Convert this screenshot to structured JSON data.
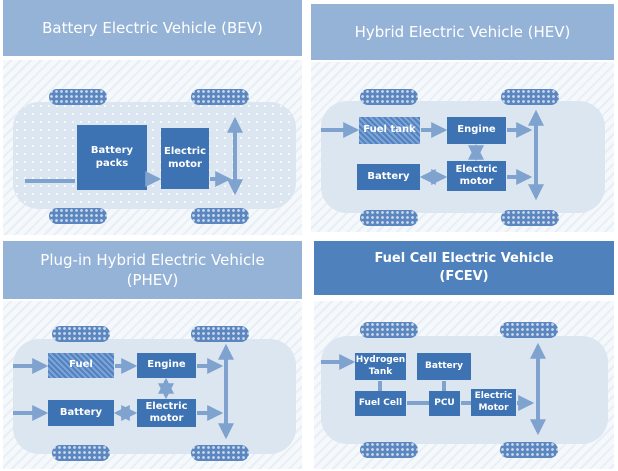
{
  "panels": {
    "bev": {
      "title": "Battery Electric Vehicle (BEV)",
      "battery_packs": "Battery packs",
      "electric_motor": "Electric motor"
    },
    "hev": {
      "title": "Hybrid Electric Vehicle (HEV)",
      "fuel_tank": "Fuel tank",
      "engine": "Engine",
      "battery": "Battery",
      "electric_motor": "Electric motor"
    },
    "phev": {
      "title": "Plug-in Hybrid Electric Vehicle (PHEV)",
      "fuel": "Fuel",
      "engine": "Engine",
      "battery": "Battery",
      "electric_motor": "Electric motor"
    },
    "fcev": {
      "title": "Fuel Cell Electric Vehicle (FCEV)",
      "hydrogen_tank": "Hydrogen Tank",
      "battery": "Battery",
      "fuel_cell": "Fuel Cell",
      "pcu": "PCU",
      "electric_motor": "Electric Motor"
    }
  },
  "colors": {
    "header_light": "#95b3d7",
    "header_dark": "#4f81bd",
    "component_box": "#3d72b3",
    "arrow": "#7fa2cf",
    "car_body": "#dbe6f1"
  }
}
